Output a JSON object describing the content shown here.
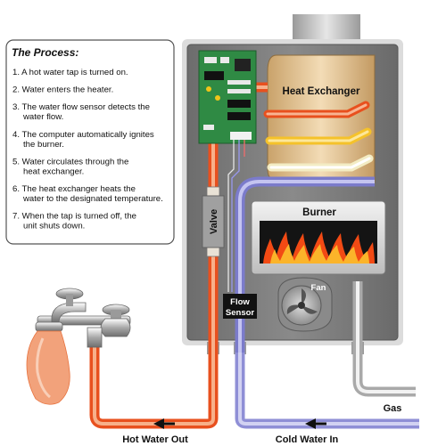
{
  "process": {
    "title": "The Process:",
    "steps": [
      [
        "1. A hot water tap is turned on."
      ],
      [
        "2. Water enters the heater."
      ],
      [
        "3. The water flow sensor detects the",
        "water flow."
      ],
      [
        "4. The computer automatically ignites",
        "the burner."
      ],
      [
        "5. Water circulates through the",
        "heat exchanger."
      ],
      [
        "6. The heat exchanger heats the",
        "water to the designated temperature."
      ],
      [
        "7. When the tap is turned off, the",
        "unit shuts down."
      ]
    ]
  },
  "labels": {
    "heat_exchanger": "Heat Exchanger",
    "burner": "Burner",
    "fan": "Fan",
    "valve": "Valve",
    "flow_sensor_1": "Flow",
    "flow_sensor_2": "Sensor",
    "gas": "Gas",
    "hot_water_out": "Hot Water Out",
    "cold_water_in": "Cold Water In"
  },
  "colors": {
    "hot_pipe": "#e8501e",
    "hot_pipe_light": "#f7b08a",
    "cold_pipe": "#8f8fd6",
    "cold_pipe_light": "#d2d2f2",
    "gas_pipe": "#cfcfcf",
    "cabinet": "#7a7a7a",
    "exchanger": "#e9cda0",
    "circuit_board": "#2f8a44",
    "flame": "#f24a14"
  }
}
